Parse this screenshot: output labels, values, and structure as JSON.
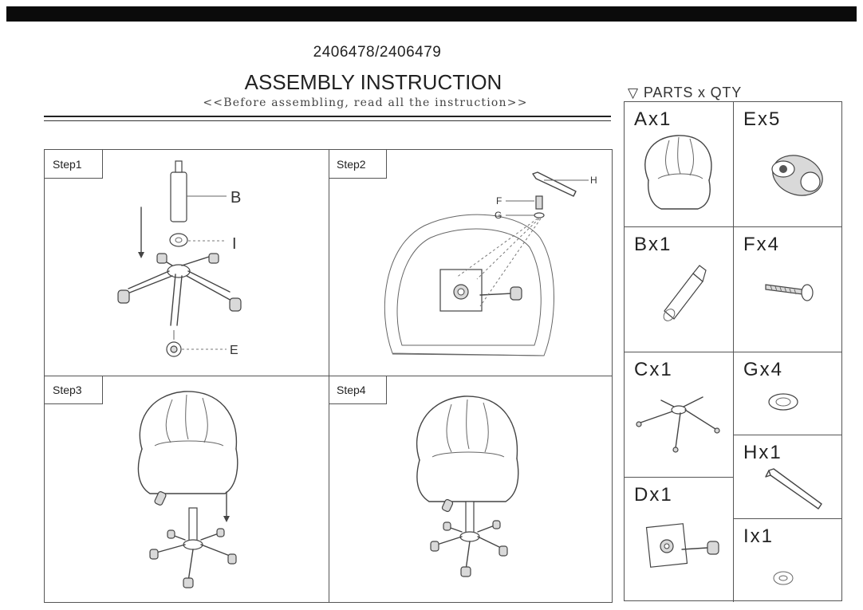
{
  "header": {
    "model_numbers": "2406478/2406479",
    "title": "ASSEMBLY INSTRUCTION",
    "subtitle": "<<Before assembling, read all the instruction>>"
  },
  "steps": [
    {
      "label": "Step1",
      "callouts": [
        "B",
        "I",
        "E"
      ]
    },
    {
      "label": "Step2",
      "callouts": [
        "F",
        "G",
        "H"
      ]
    },
    {
      "label": "Step3",
      "callouts": []
    },
    {
      "label": "Step4",
      "callouts": []
    }
  ],
  "parts": {
    "header": "PARTS x QTY",
    "header_icon": "triangle-down-icon",
    "items": [
      {
        "label": "Ax1",
        "icon": "seat-icon"
      },
      {
        "label": "Ex5",
        "icon": "caster-wheel-icon"
      },
      {
        "label": "Bx1",
        "icon": "gas-cylinder-icon"
      },
      {
        "label": "Fx4",
        "icon": "screw-icon"
      },
      {
        "label": "Cx1",
        "icon": "star-base-icon"
      },
      {
        "label": "Gx4",
        "icon": "washer-icon"
      },
      {
        "label": "Hx1",
        "icon": "allen-key-icon"
      },
      {
        "label": "Dx1",
        "icon": "mechanism-plate-icon"
      },
      {
        "label": "Ix1",
        "icon": "ring-icon"
      }
    ]
  }
}
